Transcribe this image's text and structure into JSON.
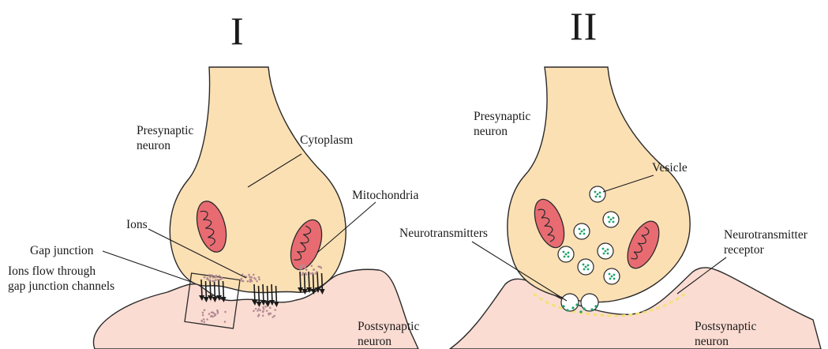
{
  "colors": {
    "presynaptic_fill": "#fbe0b4",
    "postsynaptic_fill": "#fbdcd2",
    "mitochondria_fill": "#e86b72",
    "vesicle_dot": "#1aa46a",
    "ion_dot": "#b58c95",
    "receptor_dash": "#f2e27a"
  },
  "panel_electrical": {
    "numeral": "I",
    "labels": {
      "presynaptic": [
        "Presynaptic",
        "neuron"
      ],
      "cytoplasm": "Cytoplasm",
      "mitochondria": "Mitochondria",
      "ions": "Ions",
      "gap_junction": "Gap junction",
      "ion_flow": [
        "Ions flow through",
        "gap junction channels"
      ],
      "postsynaptic": [
        "Postsynaptic",
        "neuron"
      ]
    }
  },
  "panel_chemical": {
    "numeral": "II",
    "labels": {
      "presynaptic": [
        "Presynaptic",
        "neuron"
      ],
      "vesicle": "Vesicle",
      "neurotransmitters": "Neurotransmitters",
      "receptor": [
        "Neurotransmitter",
        "receptor"
      ],
      "postsynaptic": [
        "Postsynaptic",
        "neuron"
      ]
    }
  }
}
